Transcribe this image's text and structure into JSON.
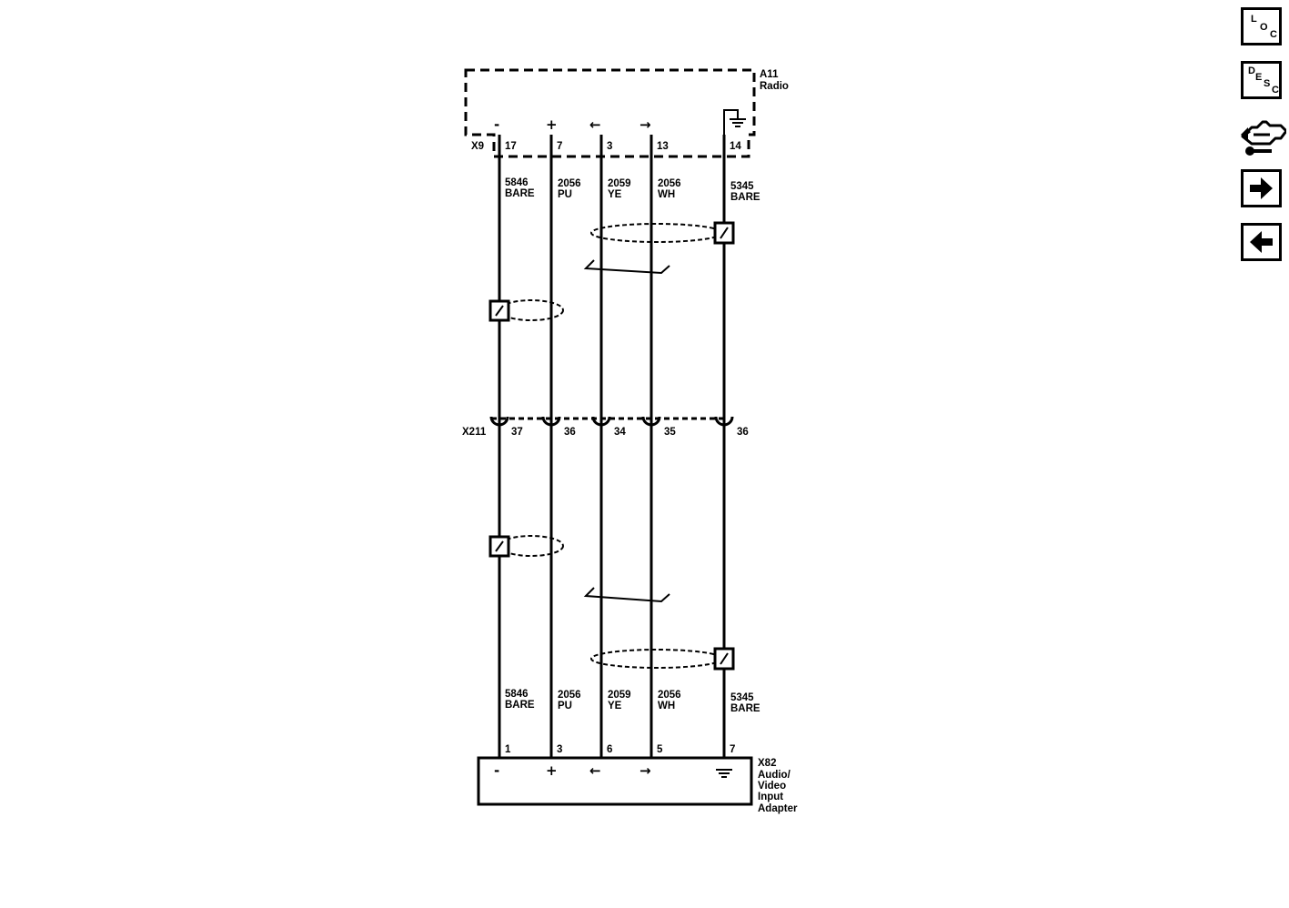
{
  "modules": {
    "radio": {
      "ref": "A11",
      "name": "Radio",
      "connector": "X9"
    },
    "adapter": {
      "ref": "X82",
      "name_lines": [
        "Audio/",
        "Video",
        "Input",
        "Adapter"
      ]
    },
    "inline_connector": "X211"
  },
  "pin_symbols": [
    "-",
    "+",
    "←",
    "→"
  ],
  "circuits": [
    {
      "id": "c1",
      "symbol": "-",
      "radio_pin": "17",
      "x211_pin": "37",
      "adapter_pin": "1",
      "circuit": "5846",
      "color": "BARE"
    },
    {
      "id": "c2",
      "symbol": "+",
      "radio_pin": "7",
      "x211_pin": "36",
      "adapter_pin": "3",
      "circuit": "2056",
      "color": "PU"
    },
    {
      "id": "c3",
      "symbol": "←",
      "radio_pin": "3",
      "x211_pin": "34",
      "adapter_pin": "6",
      "circuit": "2059",
      "color": "YE"
    },
    {
      "id": "c4",
      "symbol": "→",
      "radio_pin": "13",
      "x211_pin": "35",
      "adapter_pin": "5",
      "circuit": "2056",
      "color": "WH"
    },
    {
      "id": "c5",
      "symbol": "ground",
      "radio_pin": "14",
      "x211_pin": "36",
      "adapter_pin": "7",
      "circuit": "5345",
      "color": "BARE"
    }
  ],
  "sidebar": {
    "loc": [
      "L",
      "O",
      "C"
    ],
    "desc": [
      "D",
      "E",
      "S",
      "C"
    ],
    "buttons": [
      "loc-button",
      "desc-button",
      "usb-connector-button",
      "next-arrow-button",
      "previous-arrow-button"
    ]
  }
}
